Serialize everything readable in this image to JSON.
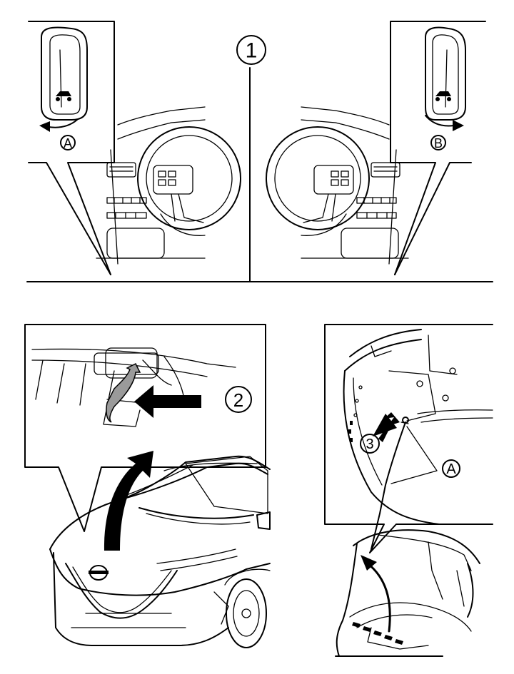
{
  "steps": {
    "step1": "1",
    "step2": "2",
    "step3": "3"
  },
  "callouts": {
    "lever_left": "A",
    "lever_right": "B",
    "support_rod": "A"
  },
  "colors": {
    "line": "#000000",
    "background": "#ffffff",
    "latch_lever": "#9a9a9a"
  }
}
